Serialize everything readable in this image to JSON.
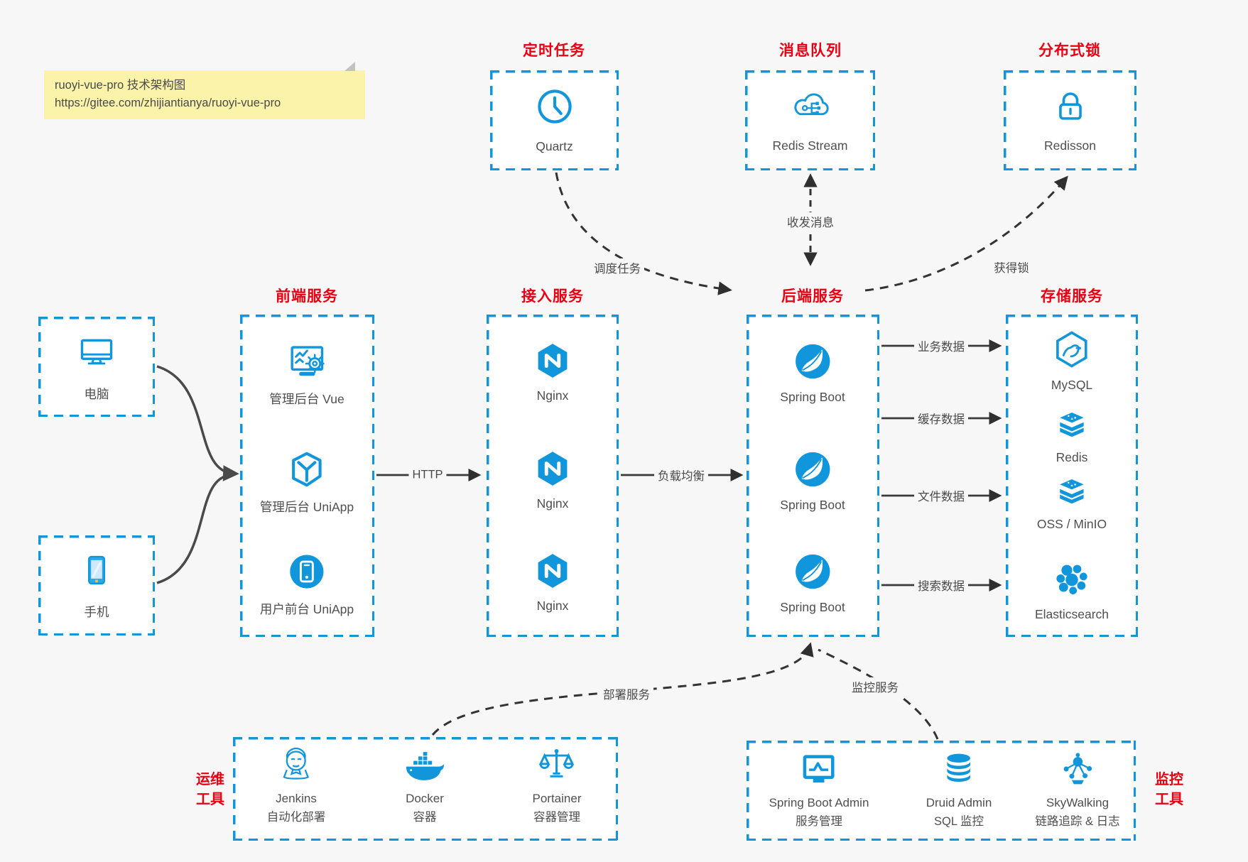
{
  "note": {
    "line1": "ruoyi-vue-pro 技术架构图",
    "line2": "https://gitee.com/zhijiantianya/ruoyi-vue-pro"
  },
  "colors": {
    "accent": "#1296db",
    "title_red": "#e60012",
    "arrow": "#3a3a3a",
    "label": "#4f4f4f",
    "note_bg": "#faf3a9"
  },
  "top_services": [
    {
      "title": "定时任务",
      "label": "Quartz",
      "icon": "clock-icon"
    },
    {
      "title": "消息队列",
      "label": "Redis Stream",
      "icon": "cloud-share-icon"
    },
    {
      "title": "分布式锁",
      "label": "Redisson",
      "icon": "lock-icon"
    }
  ],
  "clients": [
    {
      "label": "电脑",
      "icon": "desktop-icon"
    },
    {
      "label": "手机",
      "icon": "smartphone-icon"
    }
  ],
  "groups": {
    "frontend": {
      "title": "前端服务",
      "items": [
        {
          "label": "管理后台 Vue",
          "icon": "admin-vue-icon"
        },
        {
          "label": "管理后台 UniApp",
          "icon": "uniapp-cube-icon"
        },
        {
          "label": "用户前台 UniApp",
          "icon": "user-app-icon"
        }
      ]
    },
    "gateway": {
      "title": "接入服务",
      "items": [
        {
          "label": "Nginx",
          "icon": "nginx-icon"
        },
        {
          "label": "Nginx",
          "icon": "nginx-icon"
        },
        {
          "label": "Nginx",
          "icon": "nginx-icon"
        }
      ]
    },
    "backend": {
      "title": "后端服务",
      "items": [
        {
          "label": "Spring Boot",
          "icon": "spring-boot-icon"
        },
        {
          "label": "Spring Boot",
          "icon": "spring-boot-icon"
        },
        {
          "label": "Spring Boot",
          "icon": "spring-boot-icon"
        }
      ]
    },
    "storage": {
      "title": "存储服务",
      "items": [
        {
          "label": "MySQL",
          "icon": "mysql-icon"
        },
        {
          "label": "Redis",
          "icon": "redis-icon"
        },
        {
          "label": "OSS / MinIO",
          "icon": "oss-minio-icon"
        },
        {
          "label": "Elasticsearch",
          "icon": "elasticsearch-icon"
        }
      ]
    }
  },
  "edges": {
    "http": "HTTP",
    "load_balance": "负载均衡",
    "schedule": "调度任务",
    "message": "收发消息",
    "lock": "获得锁",
    "business": "业务数据",
    "cache": "缓存数据",
    "file": "文件数据",
    "search": "搜索数据",
    "deploy": "部署服务",
    "monitor": "监控服务"
  },
  "ops_tools": {
    "side_line1": "运维",
    "side_line2": "工具",
    "items": [
      {
        "name": "Jenkins",
        "desc": "自动化部署",
        "icon": "jenkins-icon"
      },
      {
        "name": "Docker",
        "desc": "容器",
        "icon": "docker-icon"
      },
      {
        "name": "Portainer",
        "desc": "容器管理",
        "icon": "portainer-icon"
      }
    ]
  },
  "monitor_tools": {
    "side_line1": "监控",
    "side_line2": "工具",
    "items": [
      {
        "name": "Spring Boot Admin",
        "desc": "服务管理",
        "icon": "springboot-admin-icon"
      },
      {
        "name": "Druid Admin",
        "desc": "SQL 监控",
        "icon": "druid-database-icon"
      },
      {
        "name": "SkyWalking",
        "desc": "链路追踪 & 日志",
        "icon": "skywalking-icon"
      }
    ]
  }
}
